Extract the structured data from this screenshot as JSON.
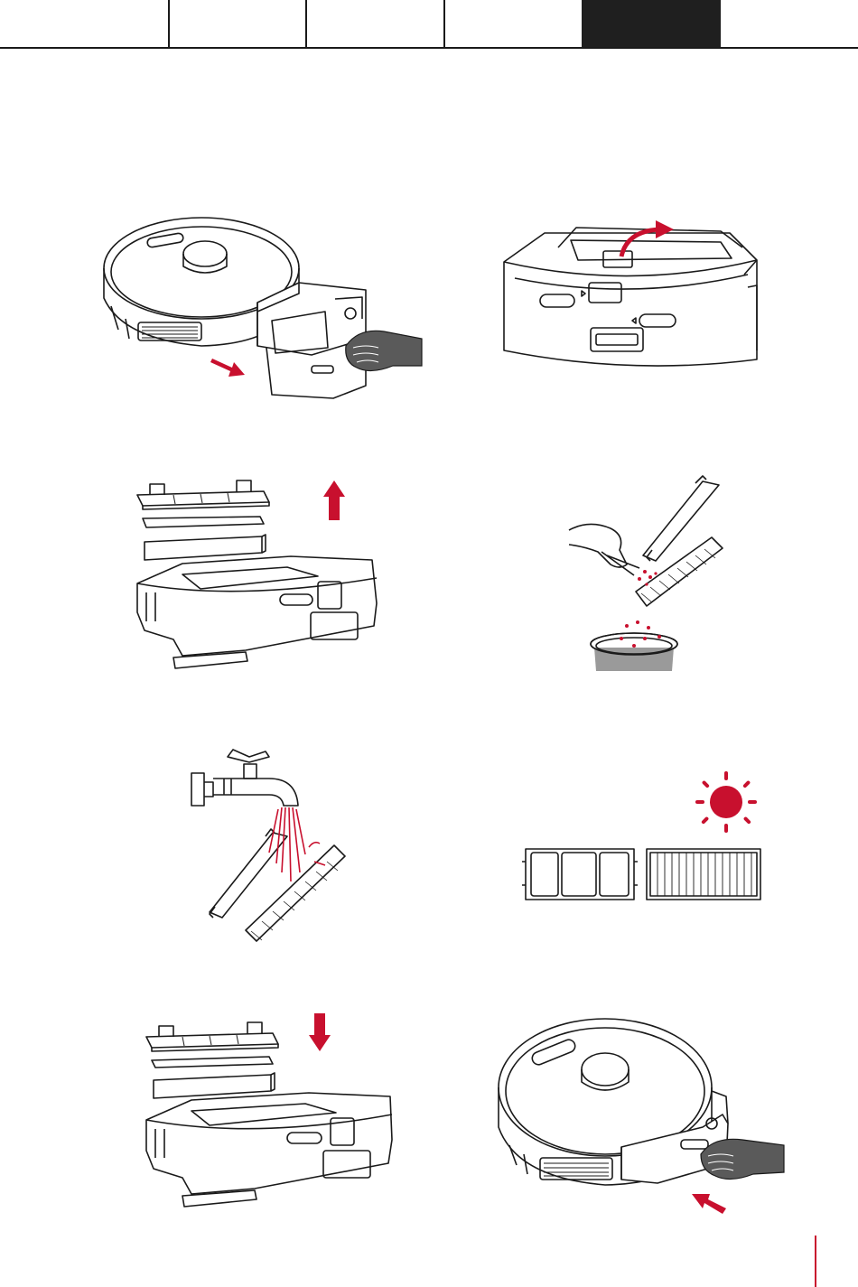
{
  "header": {
    "tabs": [
      {
        "label": "",
        "active": false
      },
      {
        "label": "",
        "active": false
      },
      {
        "label": "",
        "active": false
      },
      {
        "label": "",
        "active": false
      },
      {
        "label": "",
        "active": true
      },
      {
        "label": "",
        "active": false
      }
    ],
    "active_tab_color": "#1f1f1f"
  },
  "colors": {
    "line": "#1a1a1a",
    "accent": "#c8102e",
    "skin": "#5a5a5a",
    "bin": "#9a9a9a"
  },
  "figures": [
    {
      "id": "remove-dustbin",
      "icon": "robot-with-dustbin-pull-icon"
    },
    {
      "id": "open-dustbin-lid",
      "icon": "dustbin-lid-open-icon"
    },
    {
      "id": "lift-filter",
      "icon": "filter-lift-up-icon"
    },
    {
      "id": "tap-filter",
      "icon": "filter-tap-debris-icon"
    },
    {
      "id": "rinse-filter",
      "icon": "water-tap-rinse-icon"
    },
    {
      "id": "dry-filter",
      "icon": "sun-dry-icon"
    },
    {
      "id": "insert-filter",
      "icon": "filter-insert-down-icon"
    },
    {
      "id": "reinstall-dustbin",
      "icon": "robot-with-dustbin-push-icon"
    }
  ]
}
